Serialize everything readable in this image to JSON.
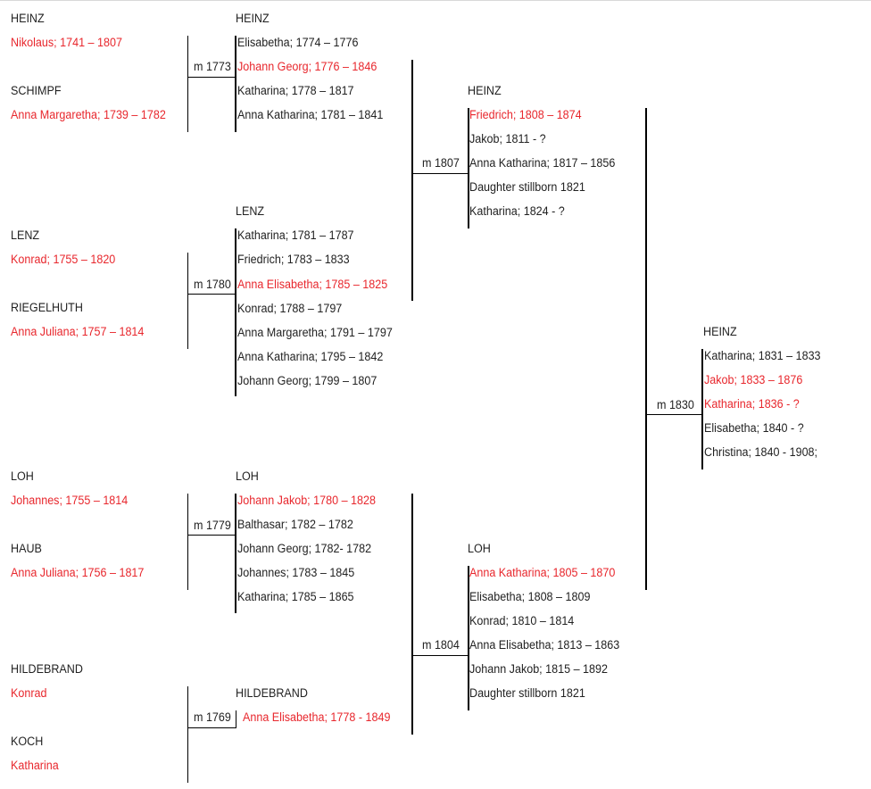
{
  "colors": {
    "highlight": "#e8272d",
    "text": "#222222",
    "line": "#000000"
  },
  "families": [
    {
      "father_surname": "HEINZ",
      "father": "Nikolaus; 1741 – 1807",
      "mother_surname": "SCHIMPF",
      "mother": "Anna Margaretha; 1739 – 1782",
      "marriage": "m 1773",
      "child_surname": "HEINZ",
      "children": [
        "Elisabetha; 1774 – 1776",
        "Johann Georg; 1776 – 1846",
        "Katharina; 1778 – 1817",
        "Anna Katharina; 1781 – 1841"
      ]
    },
    {
      "father_surname": "LENZ",
      "father": "Konrad; 1755 – 1820",
      "mother_surname": "RIEGELHUTH",
      "mother": "Anna Juliana; 1757 – 1814",
      "marriage": "m 1780",
      "child_surname": "LENZ",
      "children": [
        "Katharina; 1781 – 1787",
        "Friedrich; 1783 – 1833",
        "Anna Elisabetha; 1785 – 1825",
        "Konrad; 1788 – 1797",
        "Anna Margaretha; 1791 – 1797",
        "Anna Katharina; 1795 – 1842",
        "Johann Georg; 1799 – 1807"
      ]
    },
    {
      "father_surname": "LOH",
      "father": "Johannes; 1755 – 1814",
      "mother_surname": "HAUB",
      "mother": "Anna Juliana; 1756 – 1817",
      "marriage": "m 1779",
      "child_surname": "LOH",
      "children": [
        "Johann Jakob; 1780 – 1828",
        "Balthasar; 1782 – 1782",
        "Johann Georg; 1782- 1782",
        "Johannes; 1783 – 1845",
        "Katharina; 1785 – 1865"
      ]
    },
    {
      "father_surname": "HILDEBRAND",
      "father": "Konrad",
      "mother_surname": "KOCH",
      "mother": "Katharina",
      "marriage": "m 1769",
      "child_surname": "HILDEBRAND",
      "children": [
        "Anna Elisabetha; 1778 - 1849"
      ]
    }
  ],
  "generation2": [
    {
      "marriage": "m 1807",
      "child_surname": "HEINZ",
      "children": [
        "Friedrich; 1808 – 1874",
        "Jakob; 1811 - ?",
        "Anna Katharina; 1817 – 1856",
        "Daughter stillborn 1821",
        "Katharina; 1824 - ?"
      ]
    },
    {
      "marriage": "m 1804",
      "child_surname": "LOH",
      "children": [
        "Anna Katharina; 1805 – 1870",
        "Elisabetha; 1808 – 1809",
        "Konrad; 1810 – 1814",
        "Anna Elisabetha; 1813 – 1863",
        "Johann Jakob; 1815 – 1892",
        "Daughter stillborn 1821"
      ]
    }
  ],
  "generation3": {
    "marriage": "m 1830",
    "child_surname": "HEINZ",
    "children": [
      "Katharina; 1831 – 1833",
      "Jakob; 1833 – 1876",
      "Katharina; 1836 - ?",
      "Elisabetha; 1840 - ?",
      "Christina; 1840 - 1908;"
    ]
  }
}
